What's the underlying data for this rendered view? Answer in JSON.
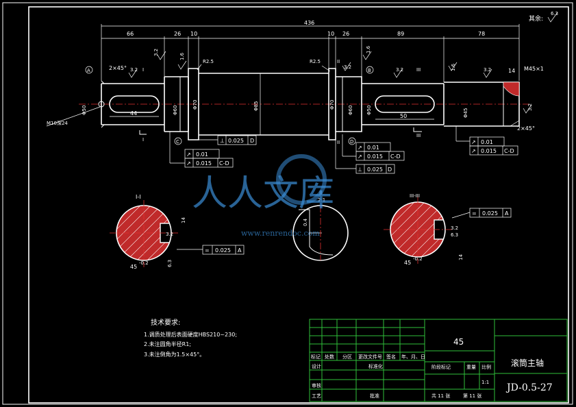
{
  "drawing": {
    "roughness_other": "其余:",
    "roughness_other_value": "6.3",
    "overall_length": "436",
    "dims_top": [
      "66",
      "26",
      "10",
      "10",
      "26",
      "89",
      "78"
    ],
    "dims_left_note": "2×45°",
    "dims_right_note": "M45×1",
    "dim_14": "14",
    "chamfer_right": "2×45°",
    "diameters": {
      "d_left_end": "Φ50",
      "d_bearing_left": "Φ60",
      "d_shoulder_left": "Φ70",
      "d_mid": "Φ85",
      "d_shoulder_right": "Φ70",
      "d_bearing_right": "Φ60",
      "d_key_right": "Φ50",
      "d_thread_right": "Φ45"
    },
    "keyway_left_len": "44",
    "keyway_right_len": "50",
    "thread_hole": "M10深24",
    "fillet_left": "R2.5",
    "fillet_right": "R2.5",
    "roughness": [
      "3.2",
      "3.2",
      "1.6",
      "3.2",
      "1.6",
      "3.2",
      "1.6",
      "3.2",
      "3.2",
      "3.2"
    ],
    "datum_labels": [
      "A",
      "B",
      "C",
      "D"
    ],
    "section_marks": [
      "I",
      "I",
      "II",
      "II",
      "III",
      "III"
    ],
    "fcf": [
      {
        "sym": "⊥",
        "tol": "0.025",
        "ref": "D"
      },
      {
        "sym": "↗",
        "tol": "0.01",
        "ref": ""
      },
      {
        "sym": "↗",
        "tol": "0.015",
        "ref": "C-D"
      },
      {
        "sym": "↗",
        "tol": "0.01",
        "ref": ""
      },
      {
        "sym": "↗",
        "tol": "0.015",
        "ref": "C-D"
      },
      {
        "sym": "⊥",
        "tol": "0.025",
        "ref": "D"
      },
      {
        "sym": "↗",
        "tol": "0.01",
        "ref": ""
      },
      {
        "sym": "↗",
        "tol": "0.015",
        "ref": "C-D"
      }
    ],
    "section_I": {
      "title": "I-I",
      "dim_width": "45",
      "dim_width_tol": "-0.2",
      "dim_depth": "14",
      "roughness": "3.2",
      "roughness2": "6.3",
      "fcf": {
        "sym": "=",
        "tol": "0.025",
        "ref": "A"
      }
    },
    "section_II": {
      "title": "II",
      "scale": "2:1",
      "dim": "0.4"
    },
    "section_III": {
      "title": "III-III",
      "dim_width": "45",
      "dim_width_tol": "-0.2",
      "dim_depth": "14",
      "roughness": "3.2",
      "roughness2": "6.3",
      "fcf": {
        "sym": "=",
        "tol": "0.025",
        "ref": "A"
      }
    }
  },
  "notes": {
    "title": "技术要求:",
    "items": [
      "1.调质处理后表面硬度HBS210~230;",
      "2.未注圆角半径R1;",
      "3.未注倒角为1.5×45°。"
    ]
  },
  "title_block": {
    "material": "45",
    "part_name": "滚筒主轴",
    "drawing_no": "JD-0.5-27",
    "row_labels": [
      "标记",
      "处数",
      "分区",
      "更改文件号",
      "签名",
      "年、月、日"
    ],
    "design": "设计",
    "standard": "标准化",
    "stage_mark": "阶段标记",
    "weight": "重量",
    "scale": "比例",
    "scale_value": "1:1",
    "review": "审核",
    "process": "工艺",
    "approve": "批准",
    "sheets_total": "共 11 张",
    "sheet_no": "第 11 张"
  },
  "watermark": {
    "text": "人人文库",
    "url": "www.renrendoc.com"
  }
}
